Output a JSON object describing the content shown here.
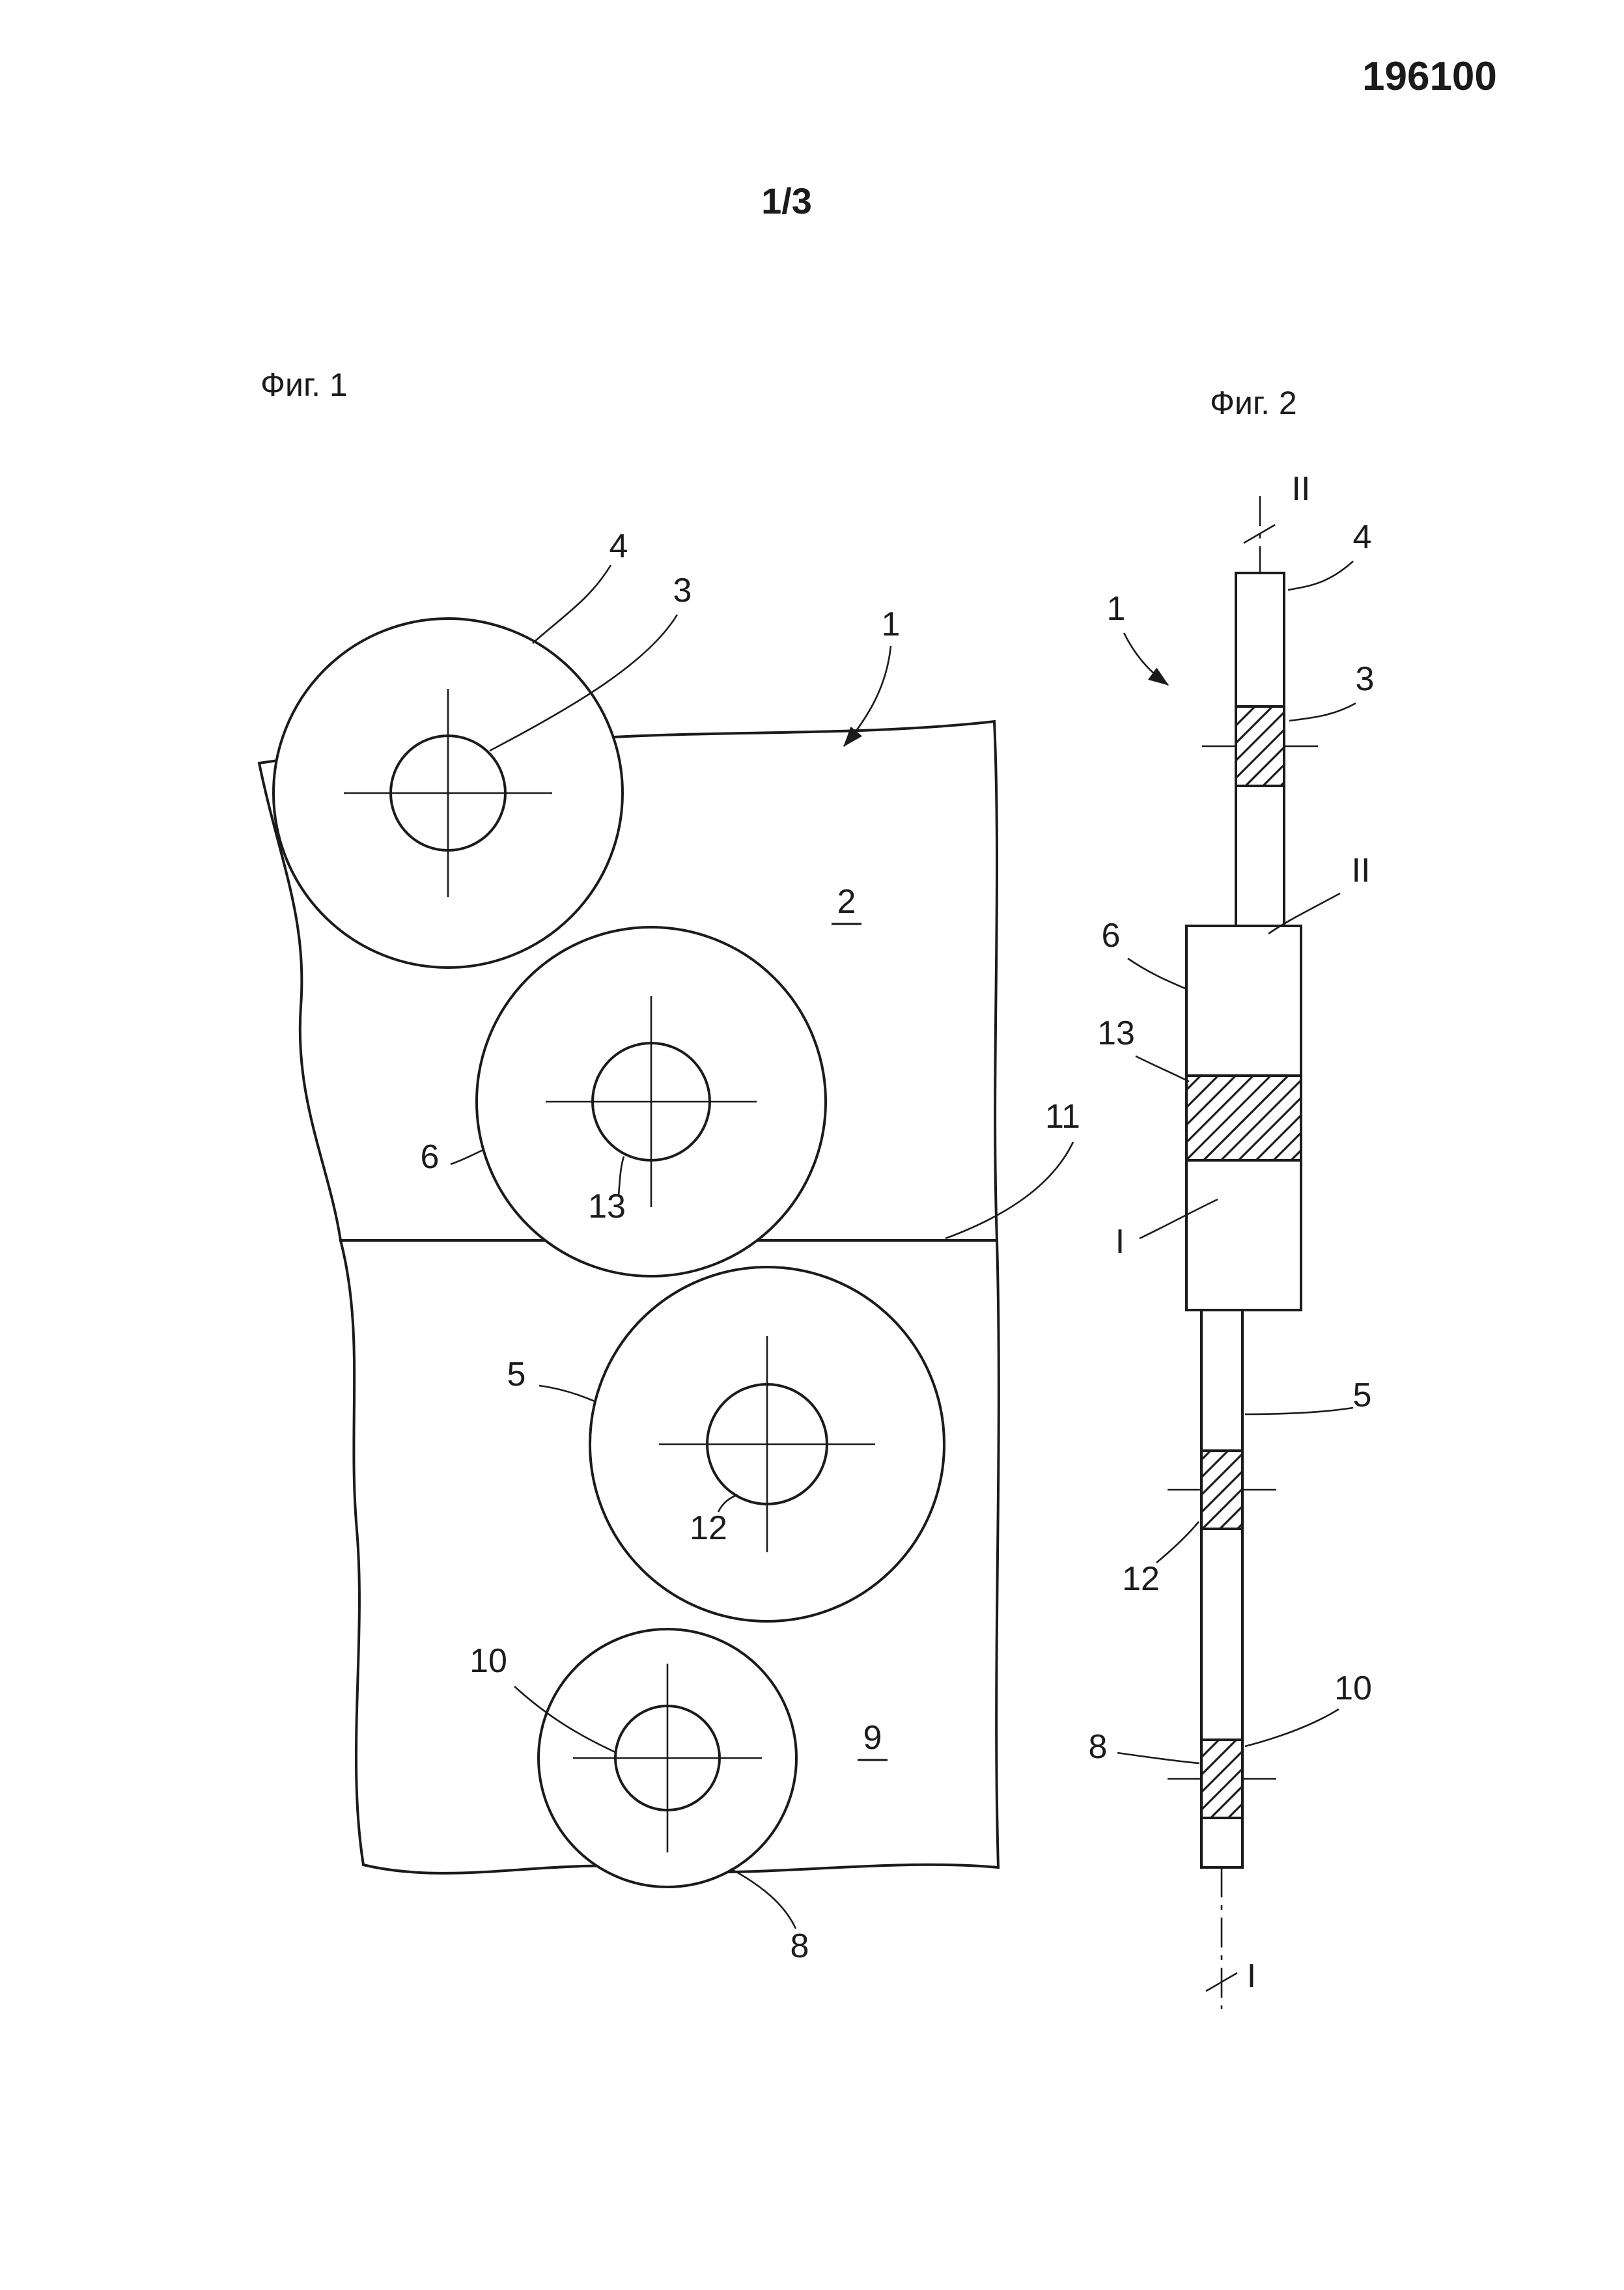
{
  "page": {
    "patent_number": "196100",
    "sheet_index": "1/3"
  },
  "fig1": {
    "caption": "Фиг. 1",
    "labels": {
      "n4": "4",
      "n3": "3",
      "n1": "1",
      "n2": "2",
      "n6": "6",
      "n13": "13",
      "n11": "11",
      "n5": "5",
      "n12": "12",
      "n10": "10",
      "n9": "9",
      "n8": "8"
    }
  },
  "fig2": {
    "caption": "Фиг. 2",
    "labels": {
      "section_top": "II",
      "n4": "4",
      "n1": "1",
      "n3": "3",
      "section_mid": "II",
      "n6": "6",
      "n13": "13",
      "section_i_left": "I",
      "n5": "5",
      "n12": "12",
      "n8": "8",
      "n10": "10",
      "section_i_bottom": "I"
    }
  }
}
